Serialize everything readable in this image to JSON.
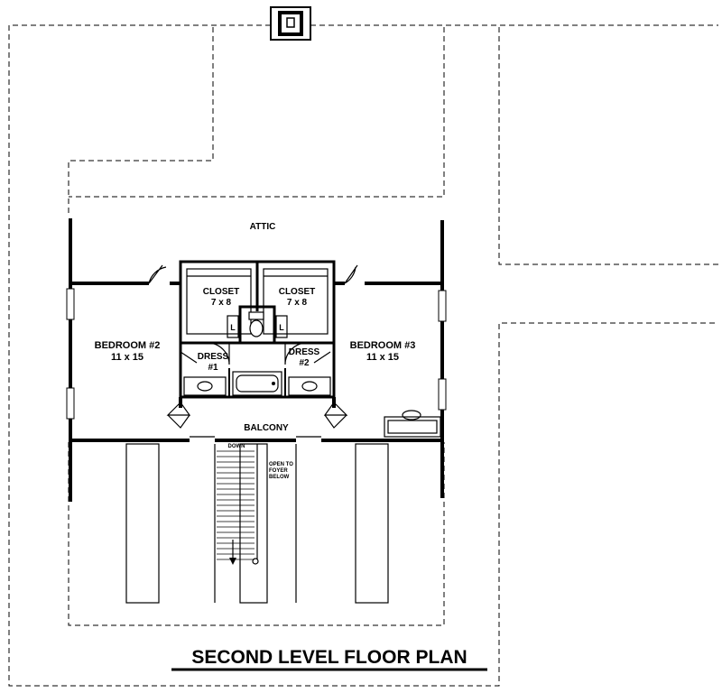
{
  "plan": {
    "title": "SECOND LEVEL FLOOR PLAN",
    "rooms": {
      "attic": "ATTIC",
      "closet1_name": "CLOSET",
      "closet1_size": "7 x 8",
      "closet2_name": "CLOSET",
      "closet2_size": "7 x 8",
      "bedroom2_name": "BEDROOM #2",
      "bedroom2_size": "11 x 15",
      "bedroom3_name": "BEDROOM #3",
      "bedroom3_size": "11 x 15",
      "dress1_name": "DRESS",
      "dress1_num": "#1",
      "dress2_name": "DRESS",
      "dress2_num": "#2",
      "balcony": "BALCONY",
      "linen_left": "L",
      "linen_right": "L"
    },
    "stair": {
      "down": "DOWN",
      "open1": "OPEN TO",
      "open2": "FOYER",
      "open3": "BELOW"
    }
  }
}
